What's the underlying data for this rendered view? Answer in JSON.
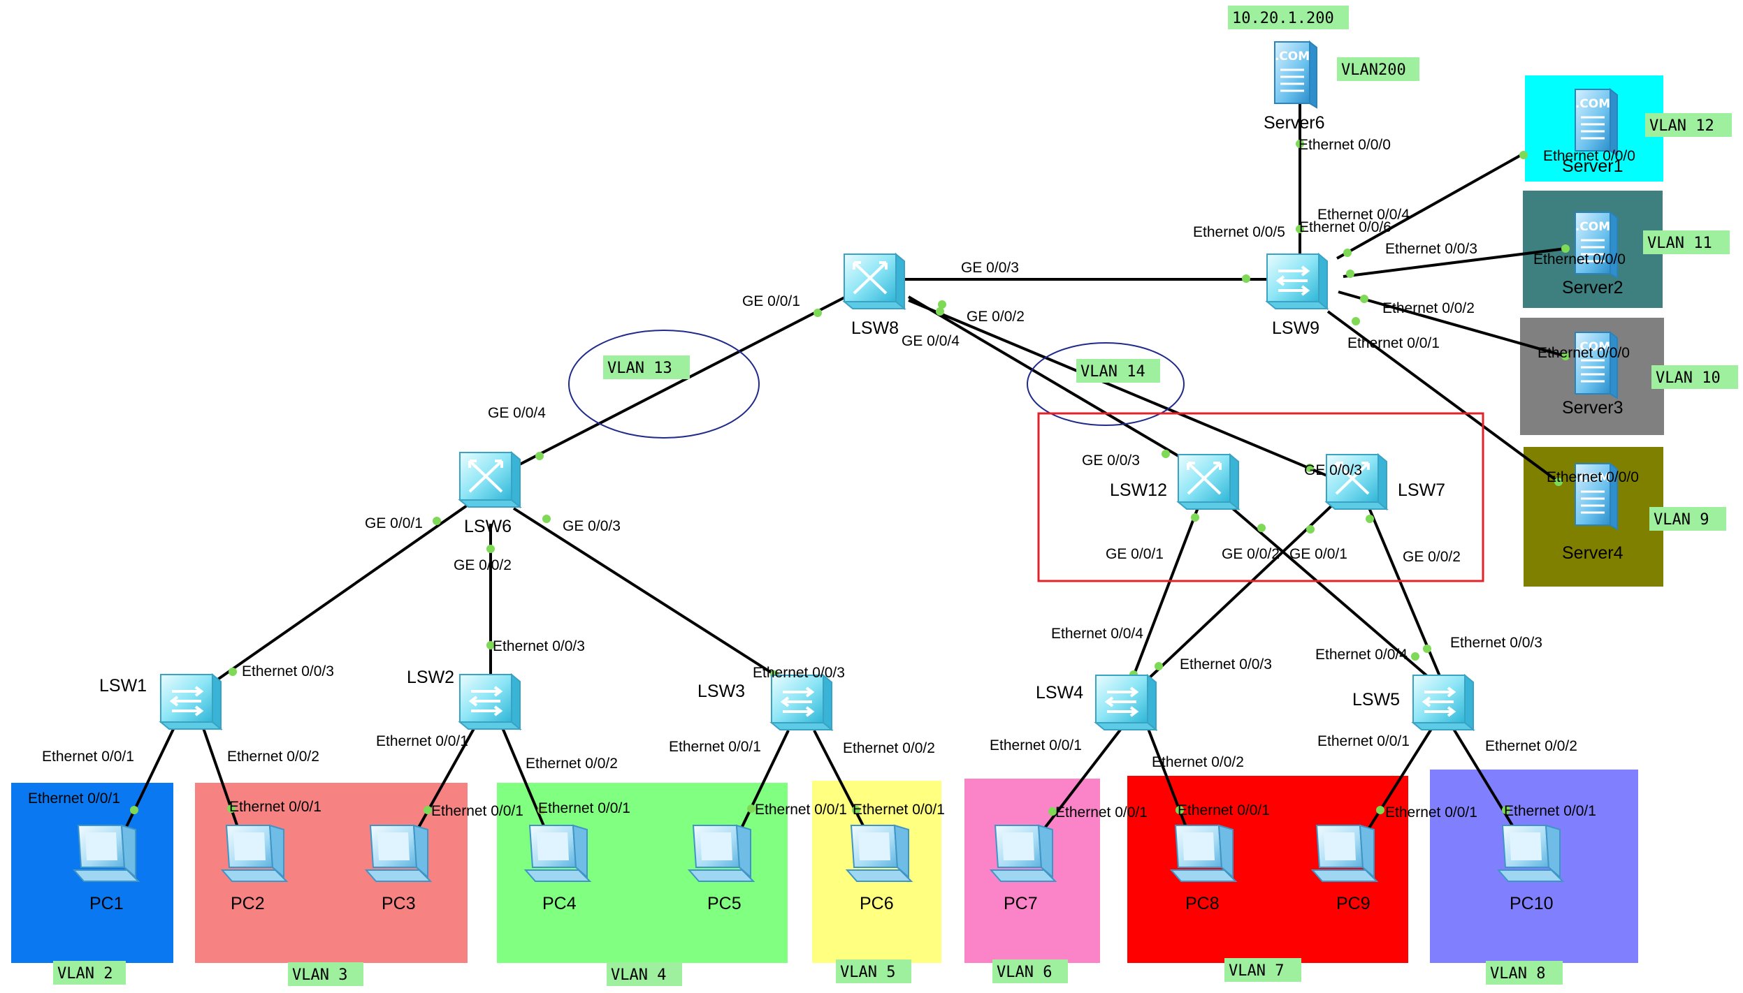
{
  "colors": {
    "tag_bg": "#9ef09e",
    "dot": "#7ed957",
    "box_red": "#e0232b",
    "ellipse": "#1f2a8a",
    "vlan2": "#0a78f0",
    "vlan3": "#f78282",
    "vlan4": "#80ff80",
    "vlan5": "#ffff80",
    "vlan6": "#fb84c8",
    "vlan7": "#ff0000",
    "vlan8": "#8080fe",
    "vlan12": "#00ffff",
    "vlan11": "#3e7f7f",
    "vlan10": "#808080",
    "vlan9": "#808000"
  },
  "tags": {
    "ip": "10.20.1.200",
    "vlan200": "VLAN200",
    "vlan12": "VLAN 12",
    "vlan11": "VLAN 11",
    "vlan10": "VLAN 10",
    "vlan9": "VLAN 9",
    "vlan13": "VLAN 13",
    "vlan14": "VLAN 14",
    "vlan2": "VLAN 2",
    "vlan3": "VLAN 3",
    "vlan4": "VLAN 4",
    "vlan5": "VLAN 5",
    "vlan6": "VLAN 6",
    "vlan7": "VLAN 7",
    "vlan8": "VLAN 8"
  },
  "nodes": {
    "lsw8": "LSW8",
    "lsw9": "LSW9",
    "lsw6": "LSW6",
    "lsw12": "LSW12",
    "lsw7": "LSW7",
    "lsw1": "LSW1",
    "lsw2": "LSW2",
    "lsw3": "LSW3",
    "lsw4": "LSW4",
    "lsw5": "LSW5",
    "server6": "Server6",
    "server1": "Server1",
    "server2": "Server2",
    "server3": "Server3",
    "server4": "Server4",
    "pc1": "PC1",
    "pc2": "PC2",
    "pc3": "PC3",
    "pc4": "PC4",
    "pc5": "PC5",
    "pc6": "PC6",
    "pc7": "PC7",
    "pc8": "PC8",
    "pc9": "PC9",
    "pc10": "PC10"
  },
  "ports": {
    "ge001": "GE 0/0/1",
    "ge002": "GE 0/0/2",
    "ge003": "GE 0/0/3",
    "ge004": "GE 0/0/4",
    "eth000": "Ethernet 0/0/0",
    "eth001": "Ethernet 0/0/1",
    "eth002": "Ethernet 0/0/2",
    "eth003": "Ethernet 0/0/3",
    "eth004": "Ethernet 0/0/4",
    "eth005": "Ethernet 0/0/5",
    "eth006": "Ethernet 0/0/6"
  }
}
